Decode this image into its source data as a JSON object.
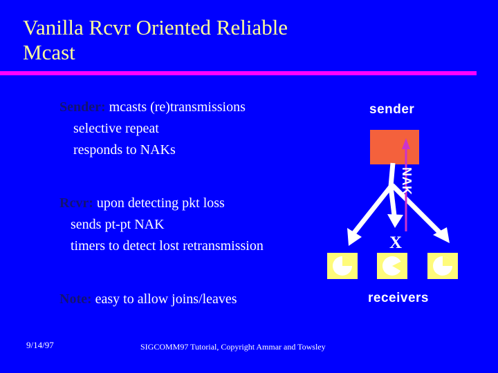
{
  "slide": {
    "background_color": "#0000FF",
    "title": "Vanilla Rcvr Oriented Reliable\nMcast",
    "title_color": "#FFFF99",
    "rule_color": "#FF00FF"
  },
  "body": {
    "blocks": [
      {
        "lead": "Sender:",
        "lead_color": "#131373",
        "lines": [
          "mcasts (re)transmissions",
          "selective repeat",
          "responds to NAKs"
        ]
      },
      {
        "lead": "Rcvr:",
        "lead_color": "#131373",
        "lines": [
          "upon detecting pkt loss",
          "sends pt-pt NAK",
          "timers to detect lost retransmission"
        ]
      },
      {
        "lead": "Note:",
        "lead_color": "#131373",
        "lines": [
          "easy to allow joins/leaves"
        ]
      }
    ]
  },
  "diagram": {
    "sender_label": "sender",
    "receivers_label": "receivers",
    "nak_label": "NAK",
    "loss_marker": "X",
    "sender_box_color": "#F4613C",
    "receiver_box_color": "#FFFB7A",
    "arrow_color": "#FFFFFF",
    "nak_arrow_color": "#CC33CC",
    "receiver_icons": [
      "clock-pie-icon",
      "clock-pie-wedge-icon",
      "clock-pie-icon"
    ]
  },
  "footer": {
    "date": "9/14/97",
    "credit": "SIGCOMM97 Tutorial, Copyright Ammar and Towsley"
  }
}
